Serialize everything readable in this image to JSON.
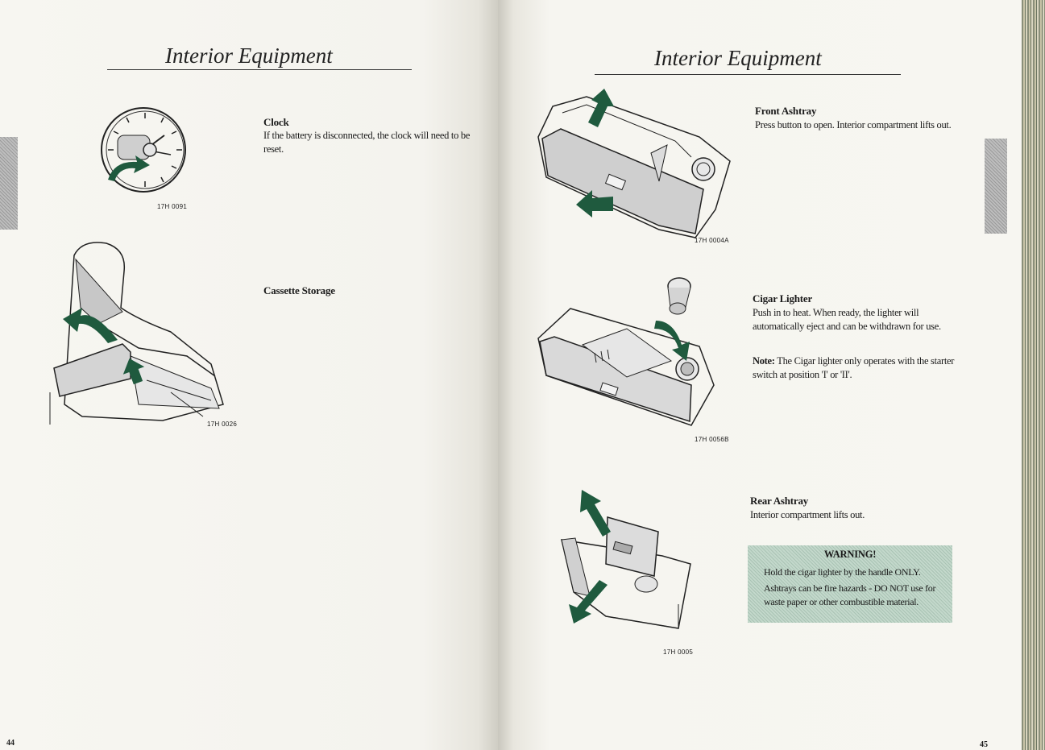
{
  "left_page": {
    "title": "Interior Equipment",
    "page_number": "44",
    "clock": {
      "heading": "Clock",
      "text_line1": "If the battery is disconnected, the clock will need to be",
      "text_line2": "reset.",
      "figure_code": "17H 0091"
    },
    "cassette": {
      "heading": "Cassette Storage",
      "figure_code": "17H 0026"
    }
  },
  "right_page": {
    "title": "Interior Equipment",
    "page_number": "45",
    "front_ashtray": {
      "heading": "Front Ashtray",
      "text": "Press button to open. Interior compartment lifts out.",
      "figure_code": "17H 0004A"
    },
    "cigar_lighter": {
      "heading": "Cigar Lighter",
      "text_line1": "Push in to heat. When ready, the lighter will",
      "text_line2": "automatically eject and can be withdrawn for use.",
      "note_label": "Note:",
      "note_line1": "The Cigar lighter only operates with the starter",
      "note_line2": "switch at position 'I' or 'II'.",
      "figure_code": "17H 0056B"
    },
    "rear_ashtray": {
      "heading": "Rear Ashtray",
      "text": "Interior compartment lifts out.",
      "figure_code": "17H 0005"
    },
    "warning": {
      "title": "WARNING!",
      "line1": "Hold the cigar lighter by the handle ONLY.",
      "line2": "Ashtrays can be fire hazards - DO NOT use for",
      "line3": "waste paper or other combustible material."
    }
  },
  "colors": {
    "arrow_green": "#1f5a3e",
    "warning_box": "#b6cdbf",
    "paper": "#f6f5f0"
  }
}
